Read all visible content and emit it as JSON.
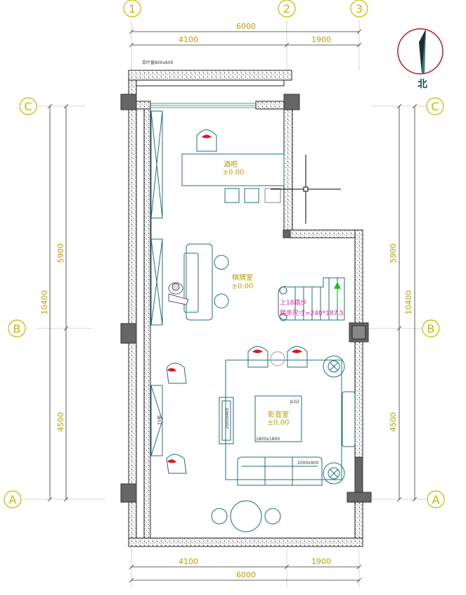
{
  "axes": {
    "col1": "1",
    "col2": "2",
    "col3": "3",
    "rowC": "C",
    "rowB": "B",
    "rowA": "A"
  },
  "dims_top": {
    "total": "6000",
    "left": "4100",
    "right": "1900"
  },
  "dims_bottom": {
    "total": "6000",
    "left": "4100",
    "right": "1900"
  },
  "dims_left": {
    "total": "10400",
    "upper": "5900",
    "lower": "4500"
  },
  "dims_right": {
    "total": "10400",
    "upper": "5900",
    "lower": "4500"
  },
  "rooms": {
    "bar": "酒吧",
    "bar_level": "±0.00",
    "chess": "棋牌室",
    "chess_level": "±0.00",
    "av": "影音室",
    "av_level": "±0.00"
  },
  "stair": {
    "line1": "上18踏步",
    "line2": "踏步尺寸=240*187.5"
  },
  "labels": {
    "window": "百叶窗800x600",
    "note_av": "1800x1800",
    "note_tv": "2000x400",
    "note_sofa": "2000x900",
    "note_tvcab": "TV柜",
    "tag": "JL02"
  },
  "north": "北",
  "colors": {
    "wall_hatch": "#444444",
    "furniture": "#1f6f7a",
    "accent_red": "#e01818",
    "dim_yellow": "#c8b800"
  }
}
